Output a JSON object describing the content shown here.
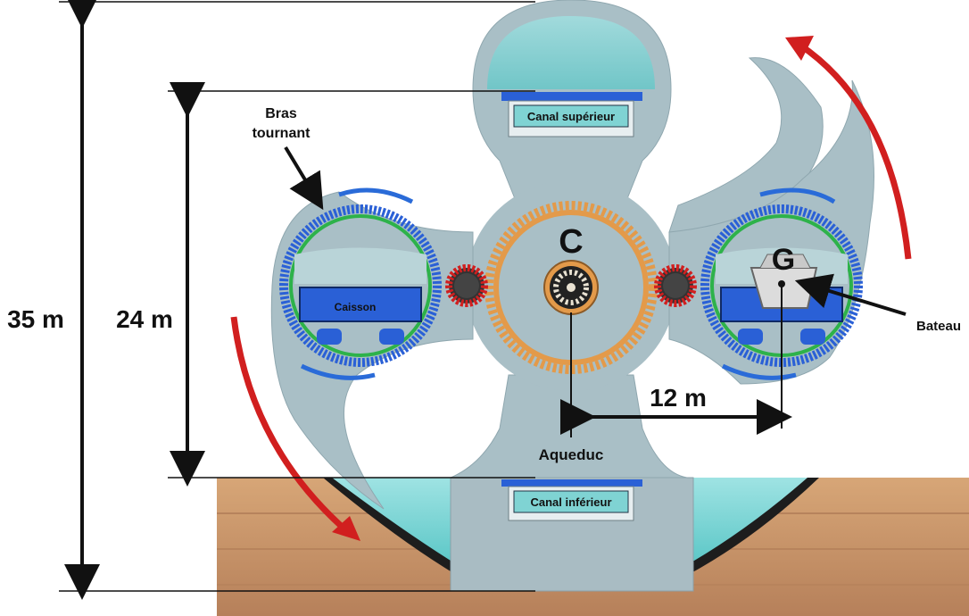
{
  "labels": {
    "height_total": "35 m",
    "height_arm": "24 m",
    "arm_offset": "12 m",
    "bras_tournant_line1": "Bras",
    "bras_tournant_line2": "tournant",
    "caisson": "Caisson",
    "canal_superieur": "Canal supérieur",
    "canal_inferieur": "Canal inférieur",
    "aqueduc": "Aqueduc",
    "bateau": "Bateau",
    "center_point": "C",
    "gravity_point": "G"
  },
  "colors": {
    "structure": "#a9bfc6",
    "water": "#7fd3d3",
    "ground": "#c99466",
    "gear": "#e39a4a",
    "caisson_blue": "#2a60d6",
    "arrow_red": "#d11f1f",
    "arrow_blue": "#2a6bd8",
    "green_ring": "#2db24a"
  },
  "icons": [
    "rotation-arrow-icon",
    "gear-icon",
    "boat-icon"
  ]
}
